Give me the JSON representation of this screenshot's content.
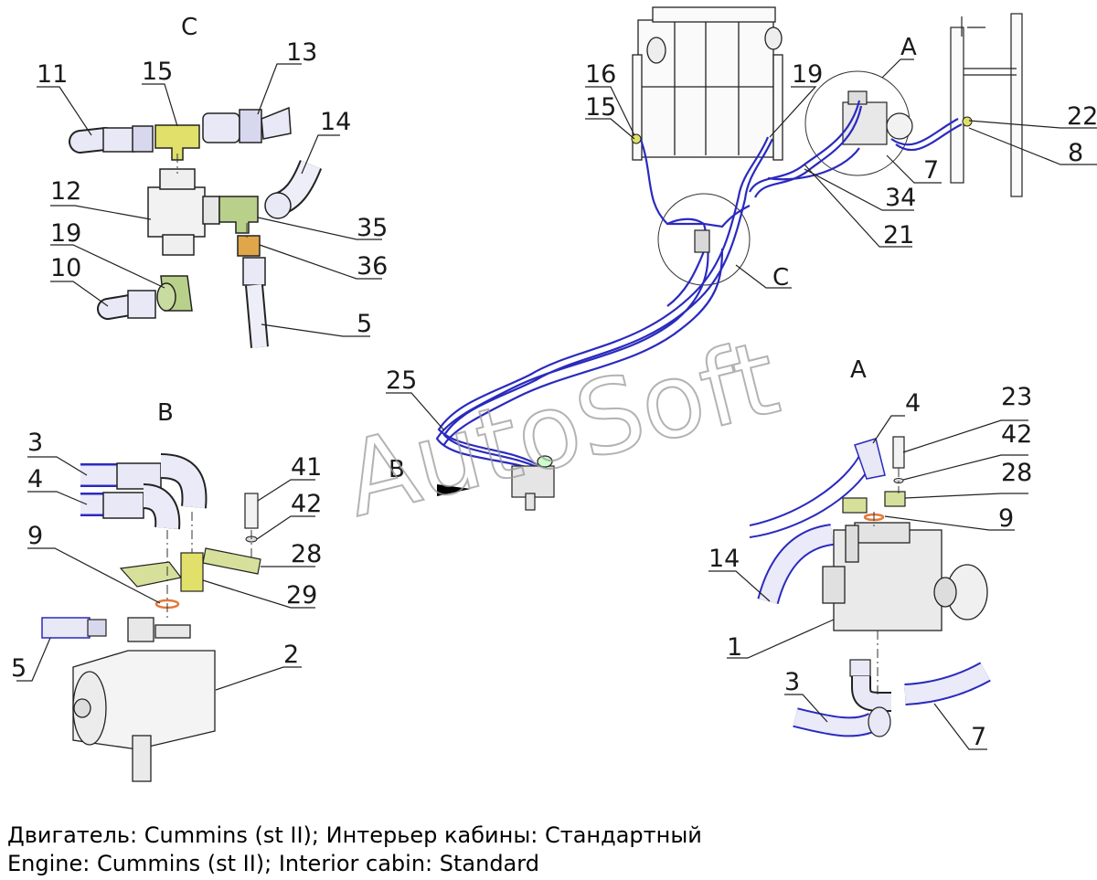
{
  "view_labels": {
    "view_c": "C",
    "view_b": "B",
    "view_a": "A",
    "callout_a": "A",
    "callout_c": "C",
    "arrow_b": "B"
  },
  "callouts": {
    "c_11": "11",
    "c_13": "13",
    "c_15": "15",
    "c_14": "14",
    "c_12": "12",
    "c_35": "35",
    "c_19": "19",
    "c_36": "36",
    "c_10": "10",
    "c_5": "5",
    "m_16": "16",
    "m_15": "15",
    "m_19": "19",
    "m_22": "22",
    "m_8": "8",
    "m_7": "7",
    "m_34": "34",
    "m_21": "21",
    "m_25": "25",
    "b_3": "3",
    "b_4": "4",
    "b_41": "41",
    "b_42": "42",
    "b_9": "9",
    "b_28": "28",
    "b_29": "29",
    "b_5": "5",
    "b_2": "2",
    "a_4": "4",
    "a_23": "23",
    "a_42": "42",
    "a_28": "28",
    "a_9": "9",
    "a_14": "14",
    "a_1": "1",
    "a_3": "3",
    "a_7": "7"
  },
  "watermark": "AutoSoft",
  "caption_ru": "Двигатель: Cummins (st II); Интерьер кабины: Стандартный",
  "caption_en": "Engine: Cummins (st II); Interior cabin: Standard",
  "colors": {
    "hose": "#2a2abf",
    "hose_fill": "#d9d9f5",
    "fitting_yellow": "#e0e06a",
    "fitting_green": "#b9d08a",
    "fitting_orange": "#e0a64a",
    "ring": "#e07a3a",
    "line": "#222222"
  }
}
